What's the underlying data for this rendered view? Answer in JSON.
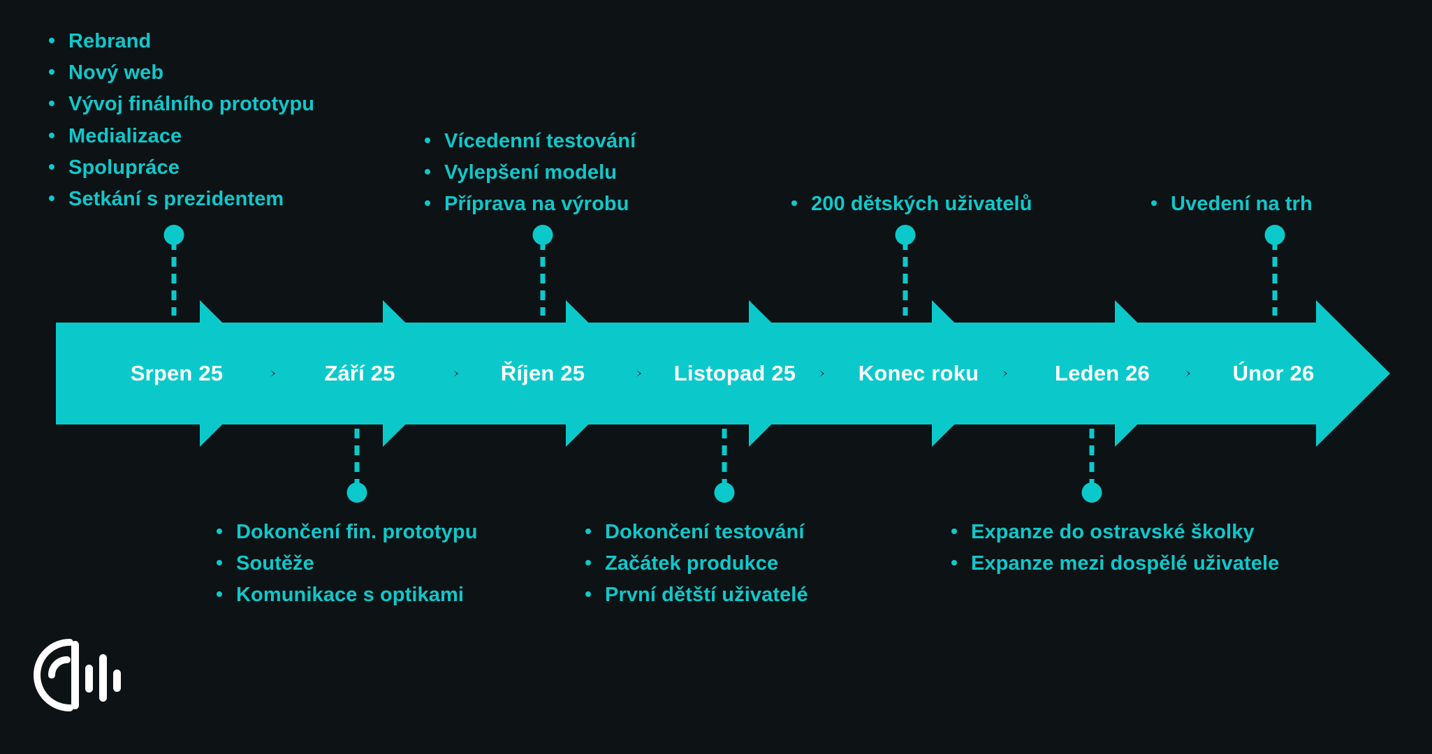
{
  "theme": {
    "background": "#0d1214",
    "accent": "#0bc9cb",
    "text_accent": "#0fc8cb",
    "label_text": "#ffffff"
  },
  "timeline": {
    "milestones": [
      {
        "label": "Srpen 25"
      },
      {
        "label": "Září 25"
      },
      {
        "label": "Říjen 25"
      },
      {
        "label": "Listopad 25"
      },
      {
        "label": "Konec roku"
      },
      {
        "label": "Leden 26"
      },
      {
        "label": "Únor 26"
      }
    ]
  },
  "annotations_above": [
    {
      "anchor": "Srpen 25",
      "items": [
        "Rebrand",
        "Nový web",
        "Vývoj finálního prototypu",
        "Medializace",
        "Spolupráce",
        "Setkání s prezidentem"
      ]
    },
    {
      "anchor": "Říjen 25",
      "items": [
        "Vícedenní testování",
        "Vylepšení modelu",
        "Příprava na výrobu"
      ]
    },
    {
      "anchor": "Konec roku",
      "items": [
        "200 dětských uživatelů"
      ]
    },
    {
      "anchor": "Únor 26",
      "items": [
        "Uvedení na trh"
      ]
    }
  ],
  "annotations_below": [
    {
      "anchor": "Září 25",
      "items": [
        "Dokončení fin. prototypu",
        "Soutěže",
        "Komunikace s optikami"
      ]
    },
    {
      "anchor": "Listopad 25",
      "items": [
        "Dokončení testování",
        "Začátek produkce",
        "První dětští uživatelé"
      ]
    },
    {
      "anchor": "Leden 26",
      "items": [
        "Expanze do ostravské školky",
        "Expanze mezi dospělé uživatele"
      ]
    }
  ],
  "logo": {
    "name": "brand-logo"
  }
}
